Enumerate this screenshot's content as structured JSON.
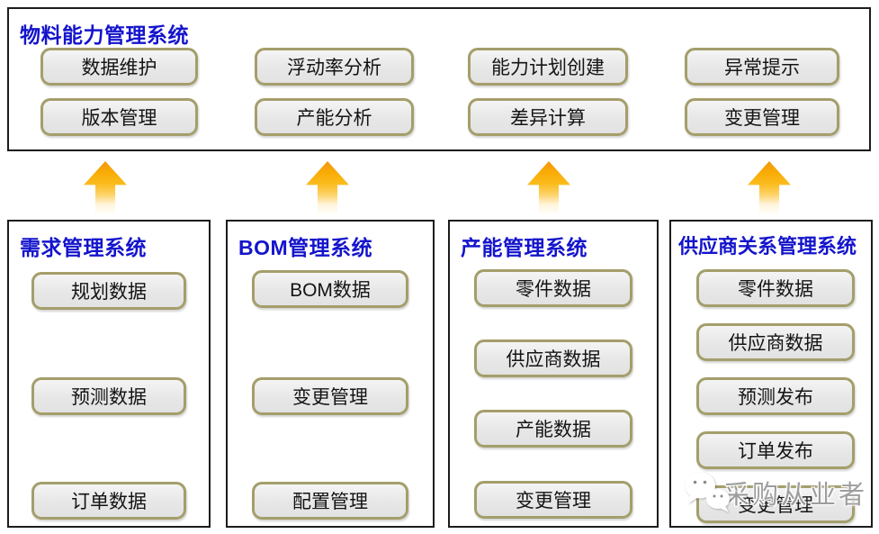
{
  "top_system": {
    "title": "物料能力管理系统",
    "row1": [
      "数据维护",
      "浮动率分析",
      "能力计划创建",
      "异常提示"
    ],
    "row2": [
      "版本管理",
      "产能分析",
      "差异计算",
      "变更管理"
    ]
  },
  "arrows": {
    "count": 4,
    "direction": "up",
    "color": "#F5A80C"
  },
  "subsystems": [
    {
      "title": "需求管理系统",
      "buttons": [
        "规划数据",
        "预测数据",
        "订单数据"
      ]
    },
    {
      "title": "BOM管理系统",
      "buttons": [
        "BOM数据",
        "变更管理",
        "配置管理"
      ]
    },
    {
      "title": "产能管理系统",
      "buttons": [
        "零件数据",
        "供应商数据",
        "产能数据",
        "变更管理"
      ]
    },
    {
      "title": "供应商关系管理系统",
      "buttons": [
        "零件数据",
        "供应商数据",
        "预测发布",
        "订单发布",
        "变更管理"
      ]
    }
  ],
  "watermark": {
    "text": "采购从业者",
    "icon": "wechat-chat-bubbles-icon"
  },
  "colors": {
    "title_blue": "#1414cc",
    "node_border_olive": "#a49e6b",
    "node_fill": "#e9e9e9",
    "panel_border": "#1c1c1c",
    "arrow_gold": "#f5a80c",
    "watermark_gray": "#9e9e9e"
  }
}
